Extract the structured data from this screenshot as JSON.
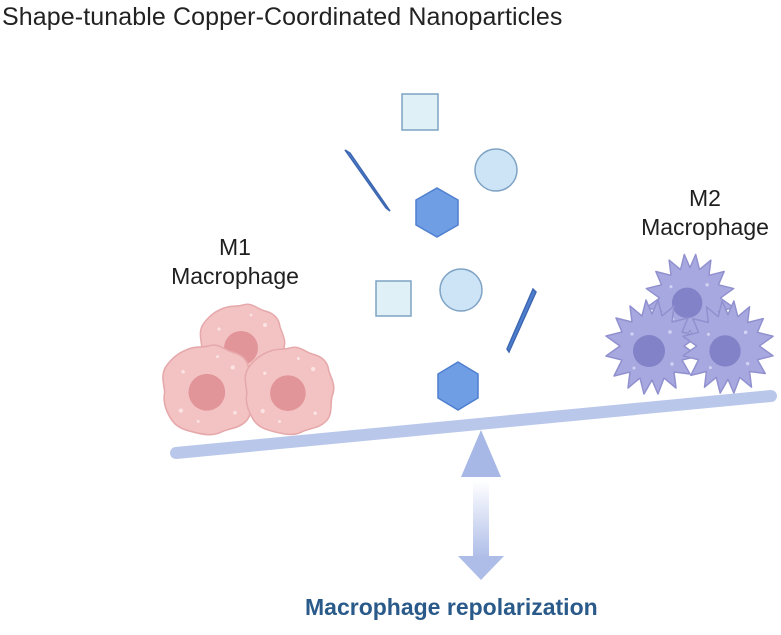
{
  "title": "Shape-tunable Copper-Coordinated Nanoparticles",
  "m1": {
    "line1": "M1",
    "line2": "Macrophage"
  },
  "m2": {
    "line1": "M2",
    "line2": "Macrophage"
  },
  "outcome": "Macrophage repolarization",
  "colors": {
    "beam": "#b9c7ea",
    "fulcrum": "#a7b8e6",
    "m1_cell": "#f3c3c4",
    "m1_nucleus": "#e29599",
    "m2_cell": "#a8a8e0",
    "m2_nucleus": "#8282c8",
    "square": "#dff1f6",
    "circle": "#cde4f6",
    "hexagon": "#6f9ee5",
    "rod": "#4f7fcf",
    "outcome_text": "#2a5a8a"
  },
  "icons": [
    "square-nanoparticle-icon",
    "circle-nanoparticle-icon",
    "hexagon-nanoparticle-icon",
    "rod-nanoparticle-icon",
    "m1-macrophage-icon",
    "m2-macrophage-icon",
    "seesaw-icon",
    "down-arrow-icon"
  ]
}
